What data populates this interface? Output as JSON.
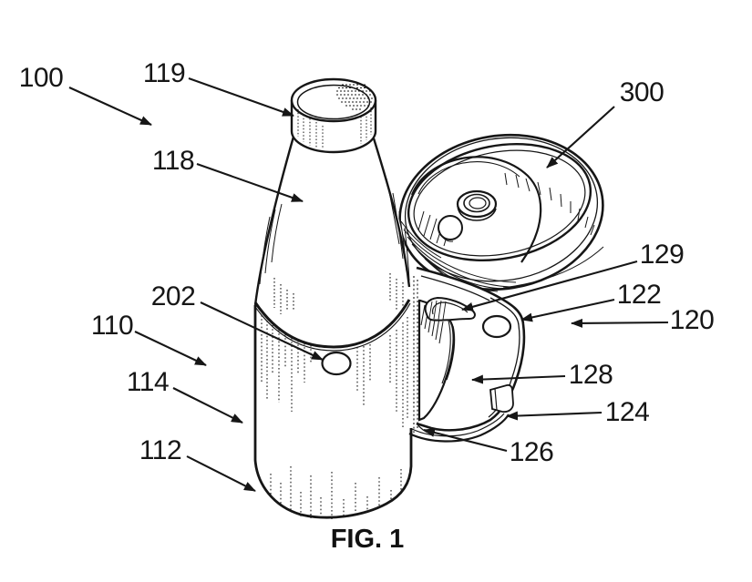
{
  "figure": {
    "caption": "FIG. 1",
    "ink_color": "#161616",
    "background_color": "#ffffff",
    "labels": [
      {
        "id": "100",
        "text": "100"
      },
      {
        "id": "119",
        "text": "119"
      },
      {
        "id": "118",
        "text": "118"
      },
      {
        "id": "300",
        "text": "300"
      },
      {
        "id": "202",
        "text": "202"
      },
      {
        "id": "110",
        "text": "110"
      },
      {
        "id": "114",
        "text": "114"
      },
      {
        "id": "112",
        "text": "112"
      },
      {
        "id": "129",
        "text": "129"
      },
      {
        "id": "122",
        "text": "122"
      },
      {
        "id": "120",
        "text": "120"
      },
      {
        "id": "128",
        "text": "128"
      },
      {
        "id": "124",
        "text": "124"
      },
      {
        "id": "126",
        "text": "126"
      }
    ]
  }
}
